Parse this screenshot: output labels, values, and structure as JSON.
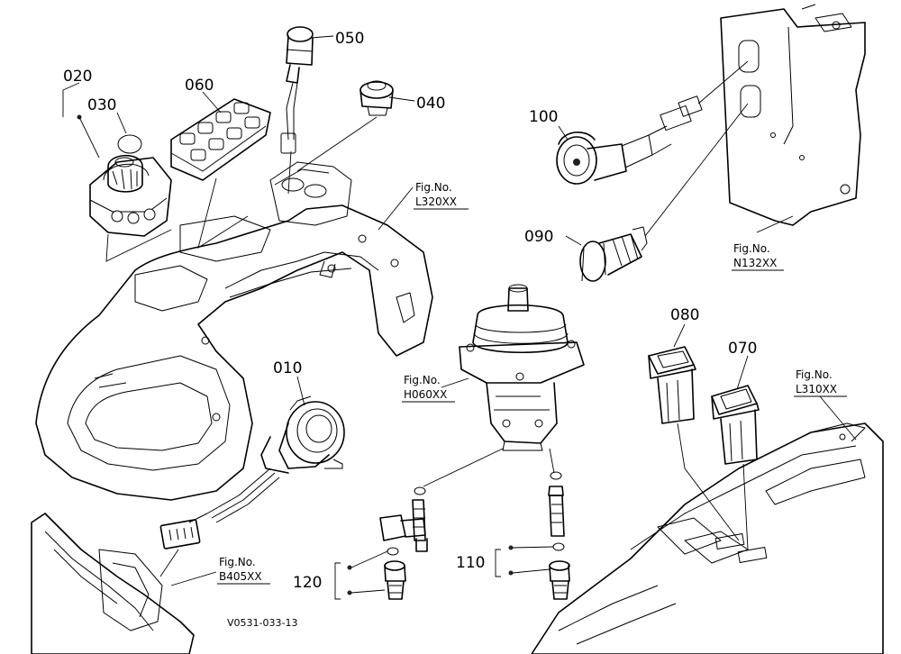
{
  "diagram": {
    "part_labels": [
      "010",
      "020",
      "030",
      "040",
      "050",
      "060",
      "070",
      "080",
      "090",
      "100",
      "110",
      "120"
    ],
    "figure_refs": [
      {
        "line1": "Fig.No.",
        "line2": "L320XX"
      },
      {
        "line1": "Fig.No.",
        "line2": "N132XX"
      },
      {
        "line1": "Fig.No.",
        "line2": "H060XX"
      },
      {
        "line1": "Fig.No.",
        "line2": "L310XX"
      },
      {
        "line1": "Fig.No.",
        "line2": "B405XX"
      }
    ],
    "drawing_code": "V0531-033-13"
  }
}
